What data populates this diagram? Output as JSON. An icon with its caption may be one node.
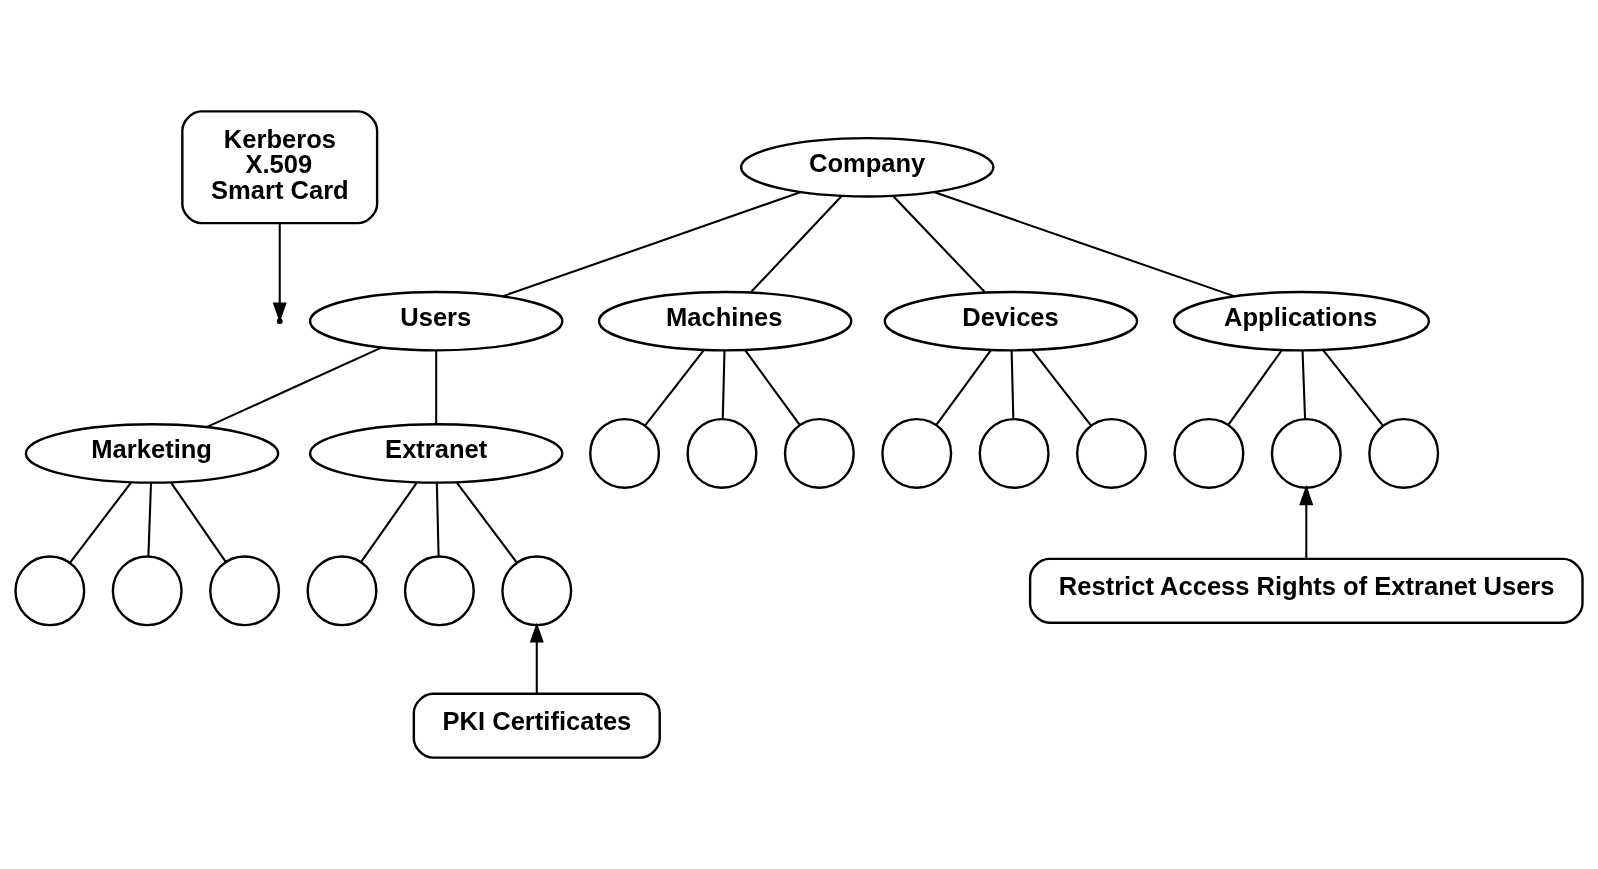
{
  "diagram": {
    "nodes": [
      {
        "text": [
          "Kerberos",
          "X.509",
          "Smart Card"
        ]
      },
      {
        "text": [
          "Company"
        ]
      },
      {
        "text": [
          "Users"
        ]
      },
      {
        "text": [
          "Machines"
        ]
      },
      {
        "text": [
          "Devices"
        ]
      },
      {
        "text": [
          "Applications"
        ]
      },
      {
        "text": [],
        "shape": "circle"
      },
      {
        "text": [],
        "shape": "circle"
      },
      {
        "text": [],
        "shape": "circle"
      },
      {
        "text": [],
        "shape": "circle"
      },
      {
        "text": [],
        "shape": "circle"
      },
      {
        "text": [],
        "shape": "circle"
      },
      {
        "text": [],
        "shape": "circle"
      },
      {
        "text": [],
        "shape": "circle"
      },
      {
        "text": [],
        "shape": "circle"
      },
      {
        "text": [
          "Marketing"
        ]
      },
      {
        "text": [
          "Extranet"
        ]
      },
      {
        "text": [
          "Restrict Access Rights of Extranet Users"
        ]
      },
      {
        "text": [],
        "shape": "circle"
      },
      {
        "text": [],
        "shape": "circle"
      },
      {
        "text": [],
        "shape": "circle"
      },
      {
        "text": [],
        "shape": "circle"
      },
      {
        "text": [],
        "shape": "circle"
      },
      {
        "text": [],
        "shape": "circle"
      },
      {
        "text": [
          "PKI Certificates"
        ]
      }
    ],
    "edges": [
      {
        "from": 1,
        "to": 2,
        "arrow": "none"
      },
      {
        "from": 1,
        "to": 3,
        "arrow": "none"
      },
      {
        "from": 1,
        "to": 4,
        "arrow": "none"
      },
      {
        "from": 1,
        "to": 5,
        "arrow": "none"
      },
      {
        "from": 3,
        "to": 6,
        "arrow": "none"
      },
      {
        "from": 3,
        "to": 7,
        "arrow": "none"
      },
      {
        "from": 3,
        "to": 8,
        "arrow": "none"
      },
      {
        "from": 4,
        "to": 9,
        "arrow": "none"
      },
      {
        "from": 4,
        "to": 10,
        "arrow": "none"
      },
      {
        "from": 4,
        "to": 11,
        "arrow": "none"
      },
      {
        "from": 5,
        "to": 12,
        "arrow": "none"
      },
      {
        "from": 5,
        "to": 13,
        "arrow": "none"
      },
      {
        "from": 5,
        "to": 14,
        "arrow": "none"
      },
      {
        "from": 2,
        "to": 15,
        "arrow": "none"
      },
      {
        "from": 2,
        "to": 16,
        "arrow": "none"
      },
      {
        "from": 15,
        "to": 18,
        "arrow": "none"
      },
      {
        "from": 15,
        "to": 19,
        "arrow": "none"
      },
      {
        "from": 15,
        "to": 20,
        "arrow": "none"
      },
      {
        "from": 16,
        "to": 21,
        "arrow": "none"
      },
      {
        "from": 16,
        "to": 22,
        "arrow": "none"
      },
      {
        "from": 16,
        "to": 23,
        "arrow": "none"
      },
      {
        "from": 0,
        "to": null,
        "arrow": "to"
      },
      {
        "from": 17,
        "to": 13,
        "arrow": "to"
      },
      {
        "from": 24,
        "to": 23,
        "arrow": "to"
      }
    ]
  }
}
